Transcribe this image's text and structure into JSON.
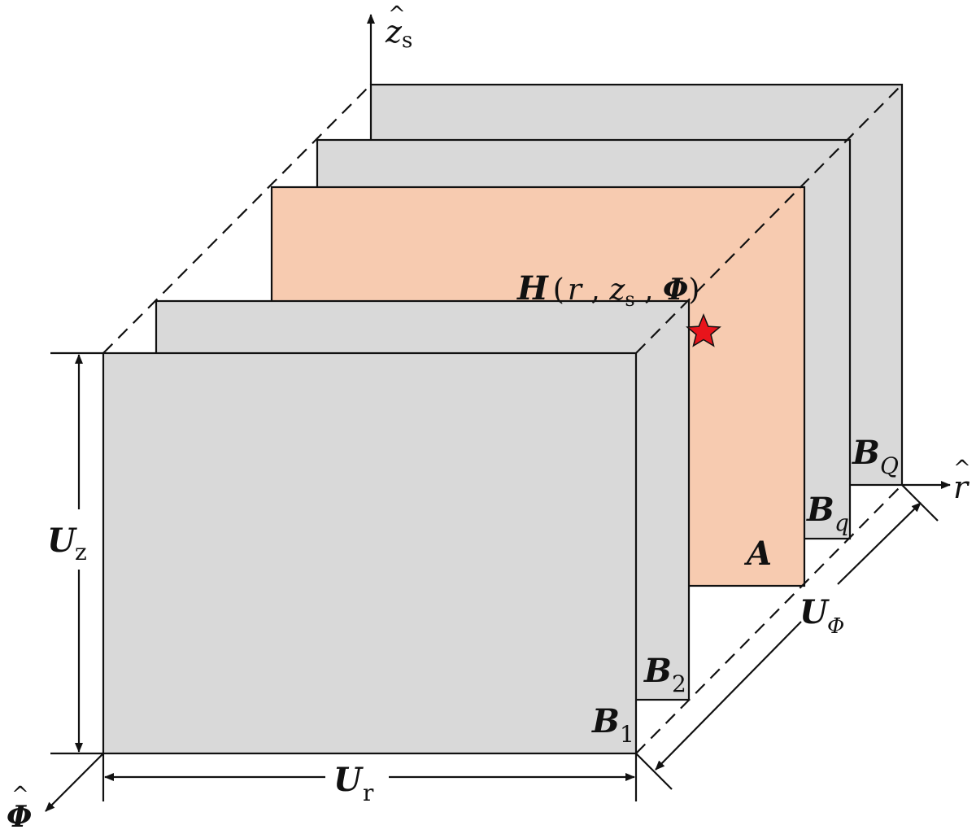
{
  "colors": {
    "panel_fill": "#d9d9d9",
    "highlight_fill": "#f7cbb0",
    "outline": "#111111",
    "marker": "#e8141b"
  },
  "axes": {
    "zs": {
      "symbol": "z",
      "sub": "s"
    },
    "r": {
      "symbol": "r"
    },
    "phi": {
      "symbol": "Φ"
    }
  },
  "panels": {
    "b1": {
      "symbol": "B",
      "sub": "1"
    },
    "b2": {
      "symbol": "B",
      "sub": "2"
    },
    "bq": {
      "symbol": "B",
      "sub": "q"
    },
    "bQ": {
      "symbol": "B",
      "sub": "Q"
    },
    "a": {
      "symbol": "A"
    }
  },
  "point": {
    "func": "H",
    "open": "(",
    "r": "r",
    "comma1": " , ",
    "z": "z",
    "z_sub": "s",
    "comma2": " , ",
    "phi": "Φ",
    "close": ")",
    "marker_icon": "star-icon"
  },
  "dimensions": {
    "uz": {
      "symbol": "U",
      "sub": "z"
    },
    "ur": {
      "symbol": "U",
      "sub": "r"
    },
    "uphi": {
      "symbol": "U",
      "sub": "Φ"
    }
  }
}
